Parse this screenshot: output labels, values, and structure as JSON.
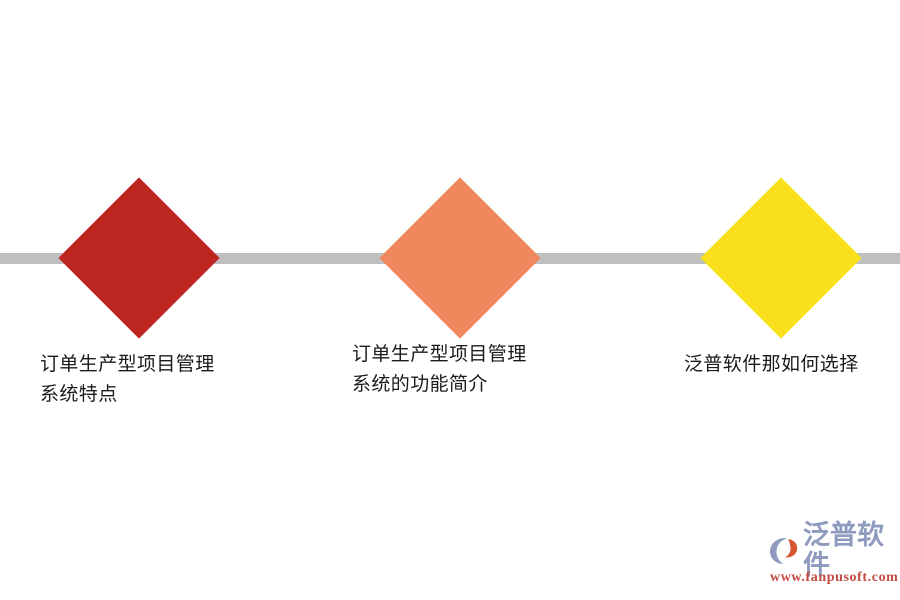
{
  "diagram": {
    "type": "horizontal-milestone-timeline",
    "background_color": "#ffffff",
    "connector": {
      "name": "timeline-connector",
      "color": "#bfbfbf"
    },
    "nodes": [
      {
        "id": "node-1",
        "shape": "diamond",
        "color": "#bc2520",
        "label": "订单生产型项目管理\n系统特点"
      },
      {
        "id": "node-2",
        "shape": "diamond",
        "color": "#f0885e",
        "label": "订单生产型项目管理\n系统的功能简介"
      },
      {
        "id": "node-3",
        "shape": "diamond",
        "color": "#f8e01c",
        "label": "泛普软件那如何选择"
      }
    ]
  },
  "watermark": {
    "brand": "泛普软件",
    "url": "www.fanpusoft.com",
    "brand_color": "#8e9bbe",
    "url_color": "#c24a42",
    "mark_colors": {
      "swoosh": "#8e9bbe",
      "accent": "#d4552e"
    }
  }
}
